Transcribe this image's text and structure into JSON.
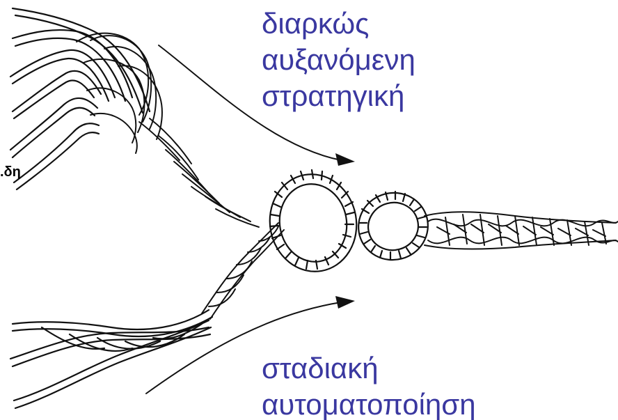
{
  "captions": {
    "top_lines": [
      "διαρκώς",
      "αυξανόμενη",
      "στρατηγική"
    ],
    "bottom_lines": [
      "σταδιακή",
      "αυτοματοποίηση"
    ],
    "left_fragment": ".δη"
  },
  "colors": {
    "caption_text": "#3a38a0",
    "line_art": "#111111",
    "background": "#ffffff"
  }
}
